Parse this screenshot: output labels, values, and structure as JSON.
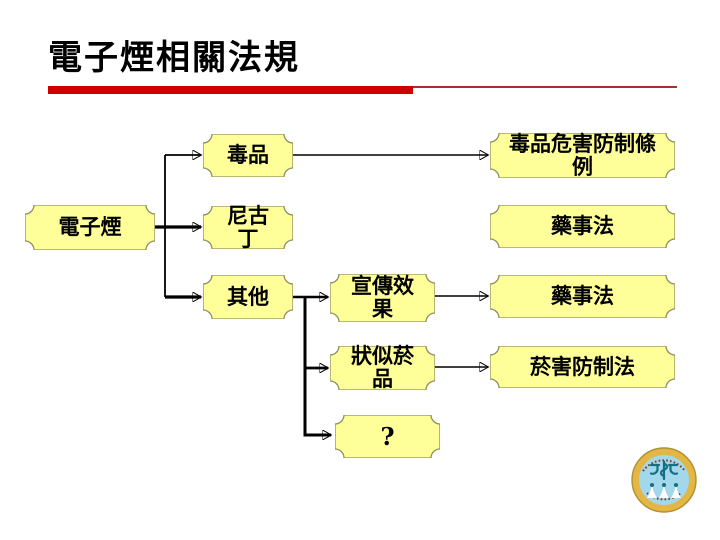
{
  "slide": {
    "title": "電子煙相關法規"
  },
  "colors": {
    "title": "#000000",
    "accent_bar": "#CC0000",
    "accent_rule": "#A33333",
    "node_fill": "#FFFF99",
    "node_border": "#8F8F5F",
    "connector": "#000000",
    "logo_ring": "#E2B745",
    "logo_ring_edge": "#B08F2C",
    "logo_face": "#A3D7EB",
    "logo_glyph": "#156F82",
    "logo_text": "#7A3B20"
  },
  "diagram": {
    "nodes": {
      "ecig": {
        "label": "電子煙"
      },
      "drug": {
        "label": "毒品"
      },
      "nicotine": {
        "label": "尼古\n丁"
      },
      "other": {
        "label": "其他"
      },
      "ad_effect": {
        "label": "宣傳效\n果"
      },
      "tobacco_like": {
        "label": "狀似菸\n品"
      },
      "unknown": {
        "label": "?"
      },
      "drug_act": {
        "label": "毒品危害防制條\n例"
      },
      "pharma_act_1": {
        "label": "藥事法"
      },
      "pharma_act_2": {
        "label": "藥事法"
      },
      "tobacco_act": {
        "label": "菸害防制法"
      }
    }
  },
  "logo": {
    "name": "department-of-health-seal"
  }
}
